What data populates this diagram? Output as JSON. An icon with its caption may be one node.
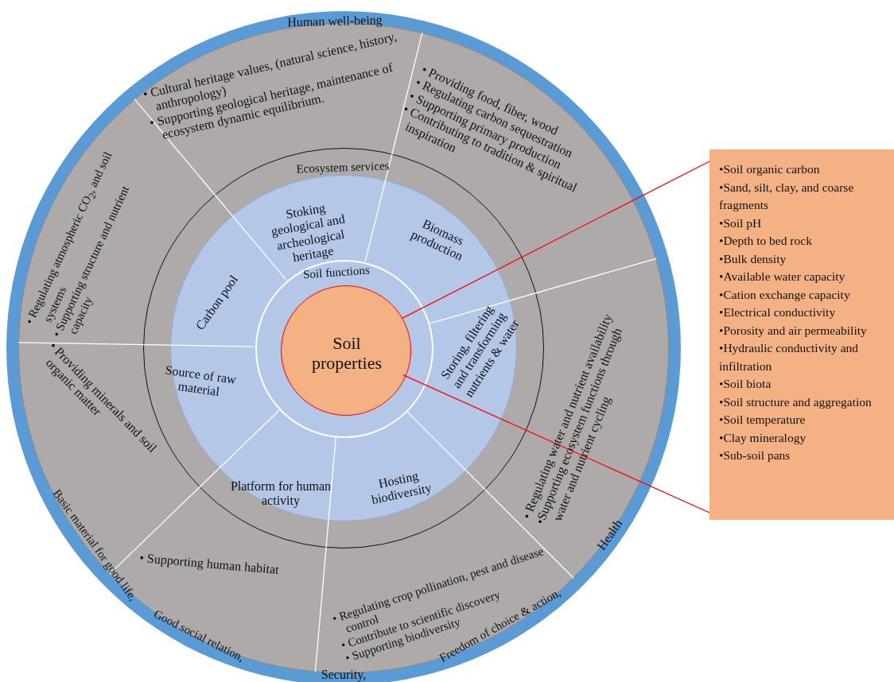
{
  "diagram": {
    "nodes": [
      {
        "text": [
          "Human well-being",
          "Basic material for good life,",
          "Good social relation,",
          "Security,",
          "Freedom of choice & action,",
          "Health"
        ]
      },
      {
        "text": [
          "• Cultural heritage values, (natural science, history, anthropology)",
          "• Supporting geological heritage, maintenance of ecosystem dynamic equilibrium."
        ],
        "in": 0
      },
      {
        "text": [
          "• Providing food, fiber, wood",
          "• Regulating carbon sequestration",
          "• Supporting primary production",
          "• Contributing to tradition & spiritual inspiration"
        ],
        "in": 0
      },
      {
        "text": [
          "• Regulating water and nutrient availability",
          "•Supporting ecosystem functions through water and nutrient cycling"
        ],
        "in": 0
      },
      {
        "text": [
          "• Regulating crop pollination, pest and disease control",
          "• Contribute to scientific discovery",
          "• Supporting biodiversity"
        ],
        "in": 0
      },
      {
        "text": [
          "• Supporting human habitat"
        ],
        "in": 0
      },
      {
        "text": [
          "• Providing minerals and soil organic matter"
        ],
        "in": 0
      },
      {
        "text": [
          "• Regulating atmospheric CO$_{2}$, and soil systems",
          "• Supporting structure and nutrient capacity"
        ],
        "in": 0
      },
      {
        "text": [
          "Ecosystem services"
        ],
        "in": 0
      },
      {
        "text": [
          "Stoking geological and archeological heritage"
        ],
        "in": 8
      },
      {
        "text": [
          "Biomass production"
        ],
        "in": 8
      },
      {
        "text": [
          "Storing, filtering and transforming nutrients & water"
        ],
        "in": 8
      },
      {
        "text": [
          "Hosting biodiversity"
        ],
        "in": 8
      },
      {
        "text": [
          "Platform for human activity"
        ],
        "in": 8
      },
      {
        "text": [
          "Source of raw material"
        ],
        "in": 8
      },
      {
        "text": [
          "Carbon pool"
        ],
        "in": 8
      },
      {
        "text": [
          "Soil functions"
        ],
        "in": 8
      },
      {
        "text": [
          "Soil properties"
        ],
        "in": 16
      },
      {
        "text": [
          "•Soil organic carbon",
          "•Sand, silt, clay, and coarse fragments",
          "•Soil pH",
          "•Depth to bed rock",
          "•Bulk density",
          "•Available water capacity",
          "•Cation exchange capacity",
          "•Electrical conductivity",
          "•Porosity and air permeability",
          "•Hydraulic conductivity and infiltration",
          "•Soil biota",
          "•Soil structure and aggregation",
          "•Soil temperature",
          "•Clay mineralogy",
          "•Sub-soil pans"
        ]
      }
    ],
    "edges": [
      {
        "from": 17,
        "to": 18,
        "arrow": "none",
        "color": "#ff0000"
      },
      {
        "from": 17,
        "to": 18,
        "arrow": "none",
        "color": "#ff0000"
      }
    ]
  }
}
